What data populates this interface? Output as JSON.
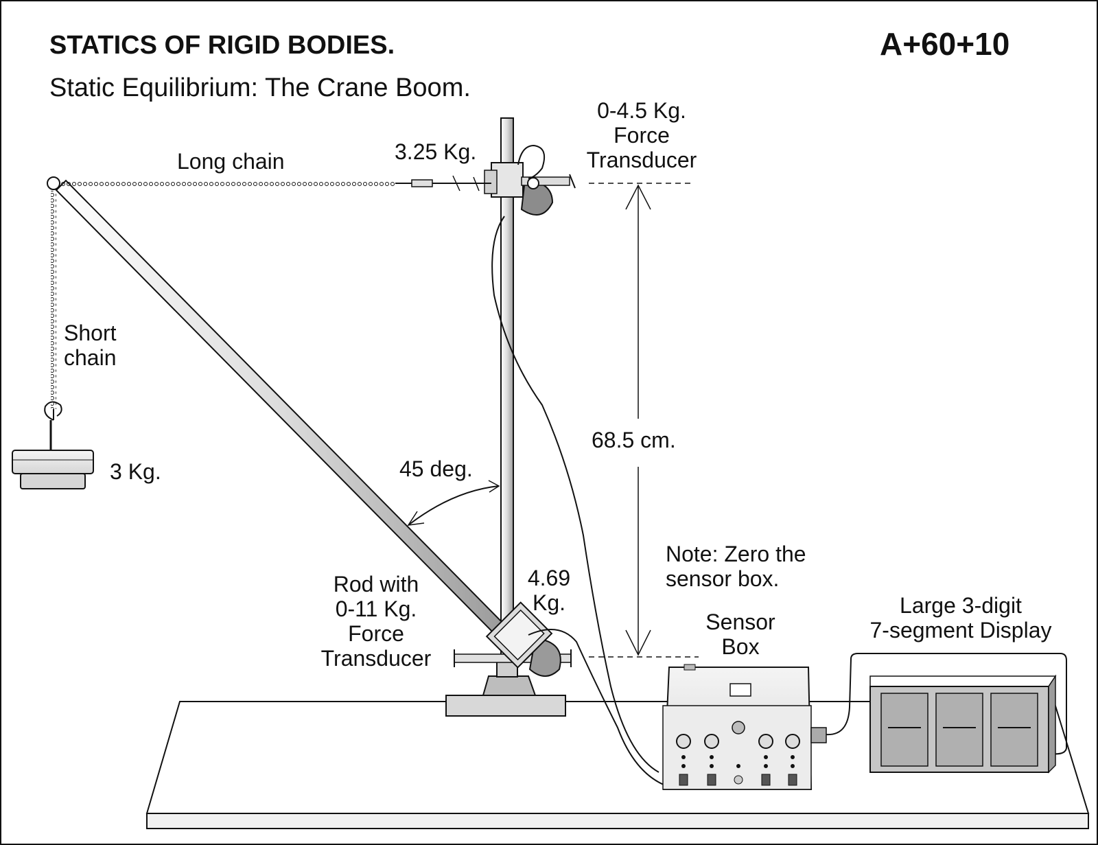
{
  "header": {
    "title": "STATICS OF RIGID BODIES.",
    "subtitle": "Static Equilibrium: The Crane Boom.",
    "code": "A+60+10"
  },
  "labels": {
    "long_chain": "Long chain",
    "short_chain_1": "Short",
    "short_chain_2": "chain",
    "mass": "3 Kg.",
    "top_reading": "3.25 Kg.",
    "top_transducer_1": "0-4.5 Kg.",
    "top_transducer_2": "Force",
    "top_transducer_3": "Transducer",
    "height": "68.5 cm.",
    "angle": "45 deg.",
    "rod_1": "Rod with",
    "rod_2": "0-11 Kg.",
    "rod_3": "Force",
    "rod_4": "Transducer",
    "bottom_reading_1": "4.69",
    "bottom_reading_2": "Kg.",
    "note_1": "Note: Zero the",
    "note_2": "sensor box.",
    "sensor_1": "Sensor",
    "sensor_2": "Box",
    "display_1": "Large 3-digit",
    "display_2": "7-segment Display"
  },
  "colors": {
    "ink": "#111111",
    "metal_light": "#e6e6e6",
    "metal_mid": "#bdbdbd",
    "metal_dark": "#8c8c8c",
    "table_top": "#ffffff"
  }
}
